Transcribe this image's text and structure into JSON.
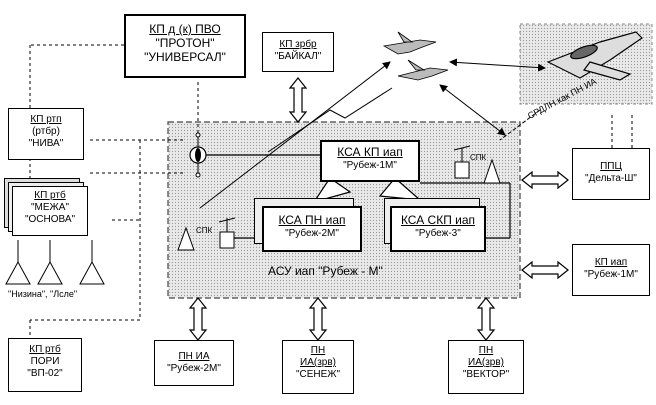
{
  "top": {
    "kp_pvo": {
      "title": "КП д (к) ПВО",
      "line1": "\"ПРОТОН\"",
      "line2": "\"УНИВЕРСАЛ\""
    },
    "kp_zrbr": {
      "title": "КП зрбр",
      "line1": "\"БАЙКАЛ\""
    }
  },
  "left": {
    "kp_rtp": {
      "title": "КП ртп",
      "line1": "(ртбр)",
      "line2": "\"НИВА\""
    },
    "kp_rtb": {
      "title": "КП ртб",
      "line1": "\"МЕЖА\"",
      "line2": "\"ОСНОВА\""
    },
    "radars_label": "\"Низина\", \"Лсле\"",
    "kp_rtb_bottom": {
      "title": "КП ртб",
      "line1": "ПОРИ",
      "line2": "\"ВП-02\""
    }
  },
  "center": {
    "system_label": "АСУ  иап  \"Рубеж - М\"",
    "ksa_kp": {
      "title": "КСА КП иап",
      "line1": "\"Рубеж-1М\""
    },
    "ksa_pn": {
      "title": "КСА ПН иап",
      "line1": "\"Рубеж-2М\""
    },
    "ksa_skp": {
      "title": "КСА СКП иап",
      "line1": "\"Рубеж-3\""
    },
    "spk1": "СПК",
    "spk2": "СПК"
  },
  "right": {
    "ppc": {
      "title": "ППЦ",
      "line1": "\"Дельта-Ш\""
    },
    "kp_iap": {
      "title": "КП  иап",
      "line1": "\"Рубеж-1М\""
    },
    "srdn_label": "СРДЛН как ПН ИА"
  },
  "bottom": {
    "pn_ia": {
      "title": "ПН  ИА",
      "line1": "\"Рубеж-2М\""
    },
    "pn_ia_zrv1": {
      "title": "ПН",
      "line1": "ИА(зрв)",
      "line2": "\"СЕНЕЖ\""
    },
    "pn_ia_zrv2": {
      "title": "ПН",
      "line1": "ИА(зрв)",
      "line2": "\"ВЕКТОР\""
    }
  }
}
